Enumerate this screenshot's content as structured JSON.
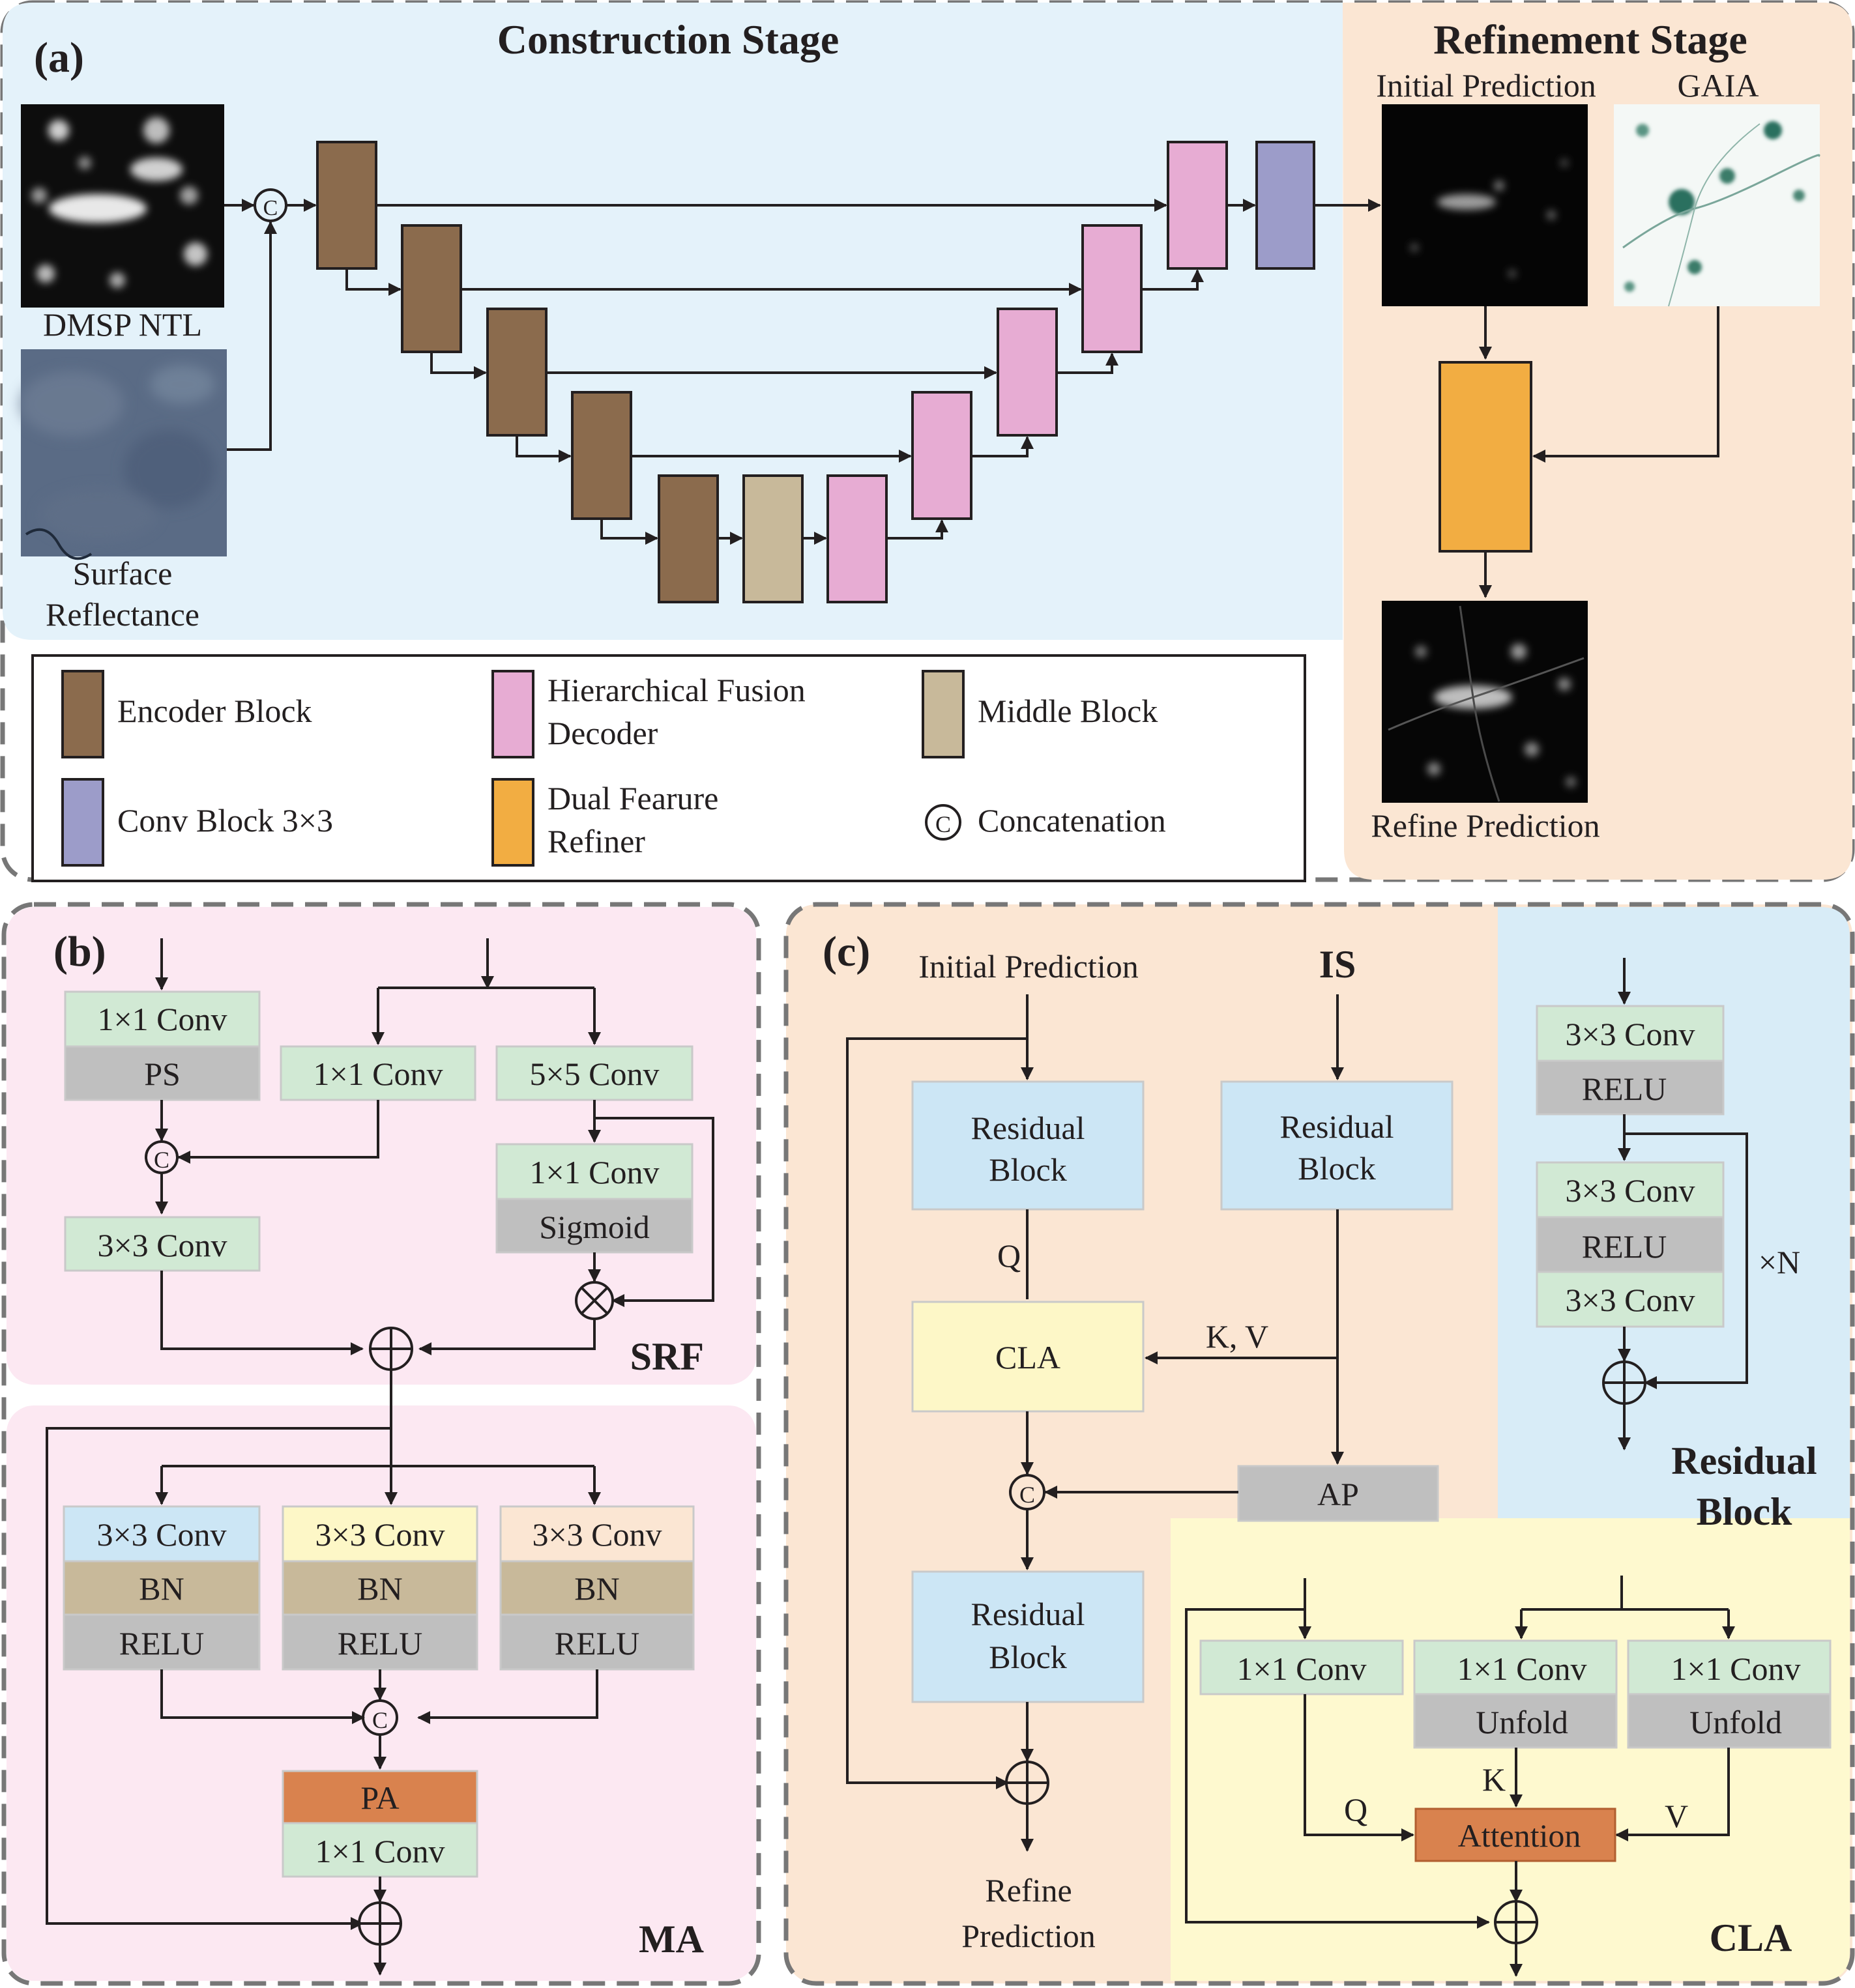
{
  "panel_a": {
    "tag": "(a)",
    "construction_title": "Construction Stage",
    "refinement_title": "Refinement Stage",
    "dmsp_label": "DMSP NTL",
    "surface_label_1": "Surface",
    "surface_label_2": "Reflectance",
    "initial_prediction_label": "Initial Prediction",
    "gaia_label": "GAIA",
    "refine_prediction_label": "Refine Prediction",
    "concat_symbol": "C"
  },
  "legend": {
    "encoder": "Encoder Block",
    "hfd_1": "Hierarchical Fusion",
    "hfd_2": "Decoder",
    "middle": "Middle Block",
    "conv": "Conv Block 3×3",
    "dfr_1": "Dual Fearure",
    "dfr_2": "Refiner",
    "concat": "Concatenation",
    "concat_symbol": "C"
  },
  "panel_b": {
    "tag": "(b)",
    "srf_title": "SRF",
    "ma_title": "MA",
    "conv1x1": "1×1 Conv",
    "ps": "PS",
    "conv5x5": "5×5 Conv",
    "sigmoid": "Sigmoid",
    "conv3x3": "3×3 Conv",
    "bn": "BN",
    "relu": "RELU",
    "pa": "PA",
    "concat_symbol": "C"
  },
  "panel_c": {
    "tag": "(c)",
    "initial_prediction": "Initial Prediction",
    "is_label": "IS",
    "residual_1": "Residual",
    "residual_2": "Block",
    "q": "Q",
    "kv": "K, V",
    "cla": "CLA",
    "ap": "AP",
    "refine_1": "Refine",
    "refine_2": "Prediction",
    "concat_symbol": "C",
    "rb_title_1": "Residual",
    "rb_title_2": "Block",
    "conv3x3": "3×3 Conv",
    "relu": "RELU",
    "times_n": "×N",
    "cla_title": "CLA",
    "conv1x1": "1×1 Conv",
    "unfold": "Unfold",
    "k": "K",
    "v": "V",
    "attention": "Attention"
  },
  "colors": {
    "encoder": "#8b6b4d",
    "decoder": "#e7acd3",
    "middle": "#c8b99a",
    "conv_block": "#9c9cc9",
    "refiner": "#f2ad42",
    "construction_bg": "#e4f2fa",
    "refinement_bg": "#fbe6d3",
    "srf_bg": "#fce8f2",
    "green_box": "#d1e9d4",
    "gray_box": "#bfbfbf",
    "bn_box": "#c8b99a",
    "pa_box": "#d9824e",
    "blue_box": "#cce6f5",
    "yellow_box": "#fdf7c7",
    "light_yellow_bg": "#fef9cf"
  }
}
